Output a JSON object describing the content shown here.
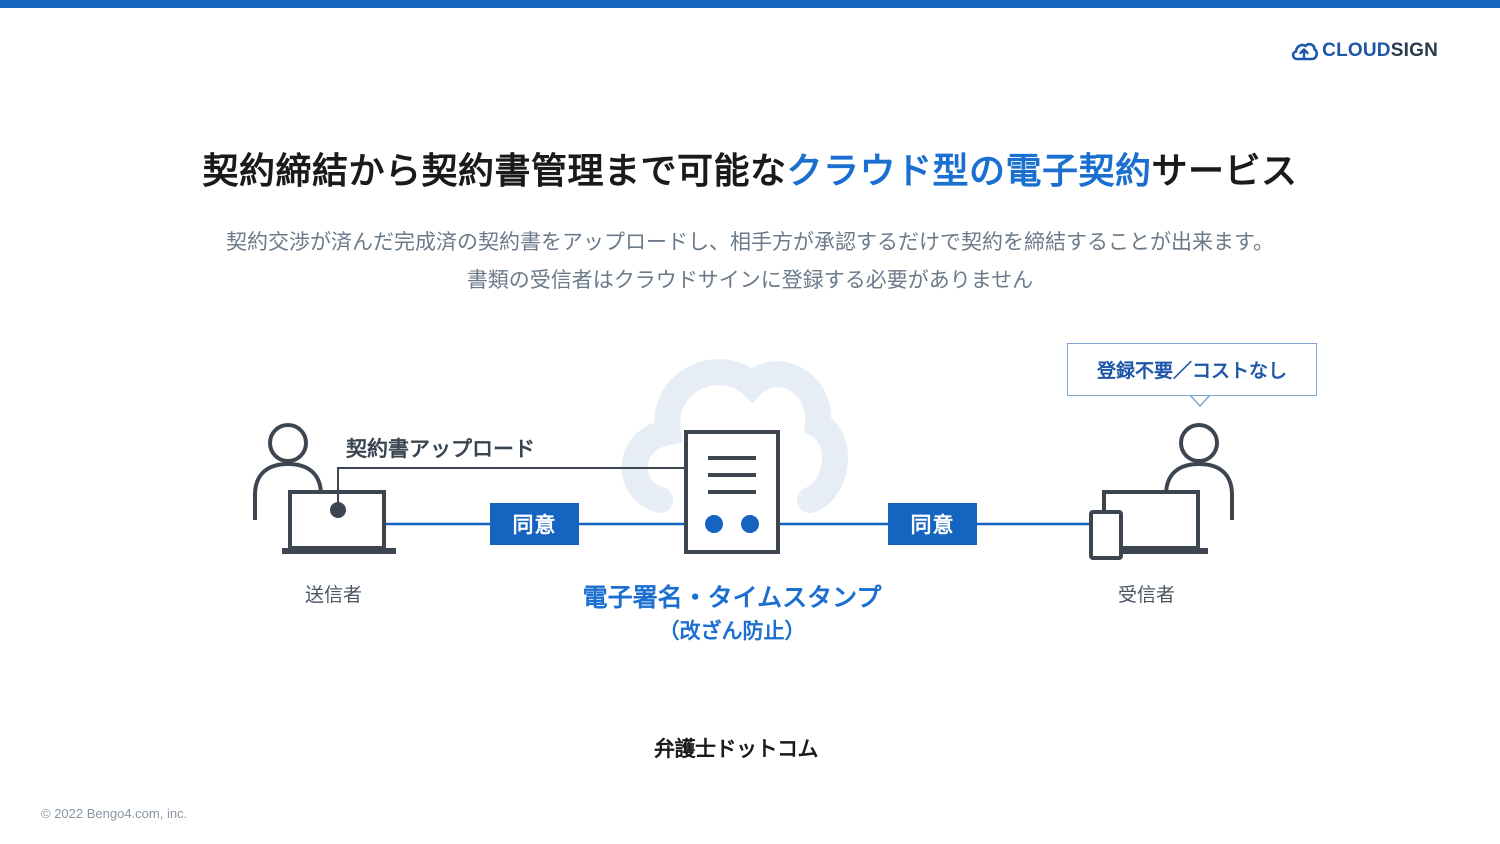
{
  "brand": {
    "name_strong": "CLOUD",
    "name_light": "SIGN",
    "icon": "cloud-upload-icon",
    "color": "#1e56a8"
  },
  "title": {
    "part1": "契約締結から契約書管理まで可能な",
    "accent": "クラウド型の電子契約",
    "part2": "サービス",
    "accent_color": "#1a6fd0"
  },
  "subtitle": {
    "line1": "契約交渉が済んだ完成済の契約書をアップロードし、相手方が承認するだけで契約を締結することが出来ます。",
    "line2": "書類の受信者はクラウドサインに登録する必要がありません"
  },
  "diagram": {
    "upload_label": "契約書アップロード",
    "sender_label": "送信者",
    "receiver_label": "受信者",
    "agree_left": "同意",
    "agree_right": "同意",
    "bubble_text": "登録不要／コストなし",
    "signature_label": "電子署名・タイムスタンプ",
    "signature_sub": "（改ざん防止）",
    "line_color": "#1565c0",
    "icons": [
      "person-icon",
      "laptop-icon",
      "document-icon",
      "cloud-icon",
      "smartphone-icon"
    ]
  },
  "footer": {
    "logo_text": "弁護士ドットコム",
    "copyright": "© 2022 Bengo4.com, inc."
  }
}
